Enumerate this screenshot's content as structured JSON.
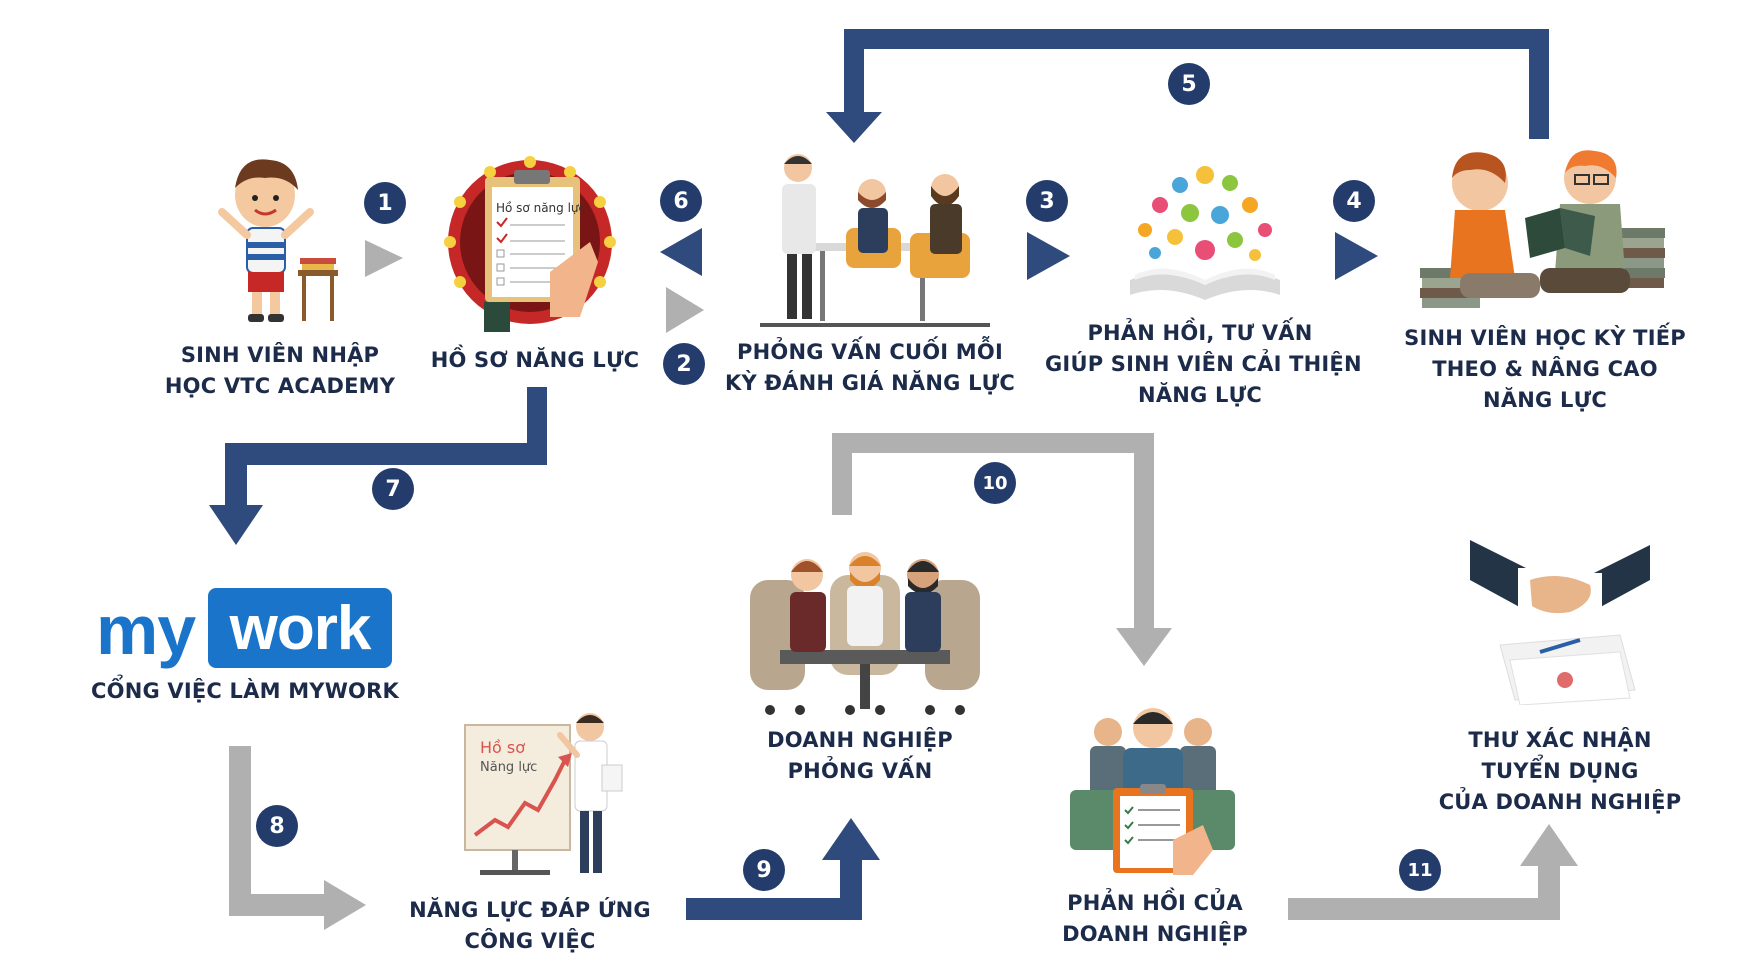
{
  "steps": {
    "s1": [
      "SINH VIÊN NHẬP",
      "HỌC VTC ACADEMY"
    ],
    "s2": [
      "HỒ SƠ NĂNG LỰC"
    ],
    "s3": [
      "PHỎNG VẤN CUỐI MỖI",
      "KỲ ĐÁNH GIÁ NĂNG LỰC"
    ],
    "s4": [
      "PHẢN HỒI, TƯ VẤN",
      "GIÚP SINH VIÊN CẢI THIỆN",
      "NĂNG LỰC"
    ],
    "s5": [
      "SINH VIÊN HỌC KỲ TIẾP",
      "THEO & NÂNG CAO",
      "NĂNG LỰC"
    ],
    "mywork": [
      "CỔNG VIỆC LÀM MYWORK"
    ],
    "s7": [
      "NĂNG LỰC ĐÁP ỨNG",
      "CÔNG VIỆC"
    ],
    "s8": [
      "DOANH NGHIỆP",
      "PHỎNG VẤN"
    ],
    "s9": [
      "PHẢN HỒI CỦA",
      "DOANH NGHIỆP"
    ],
    "s10": [
      "THƯ XÁC NHẬN",
      "TUYỂN DỤNG",
      "CỦA DOANH NGHIỆP"
    ]
  },
  "numbers": [
    "1",
    "2",
    "3",
    "4",
    "5",
    "6",
    "7",
    "8",
    "9",
    "10",
    "11"
  ],
  "logo": {
    "my": "my",
    "work": "work"
  },
  "illustration_text": {
    "clipboard": "Hồ sơ năng lực",
    "chart_line1": "Hồ sơ",
    "chart_line2": "Năng lực"
  },
  "colors": {
    "navy": "#243c6c",
    "gray": "#b0b0b0",
    "text": "#1c2b4a",
    "logo_blue": "#1a74c9"
  }
}
